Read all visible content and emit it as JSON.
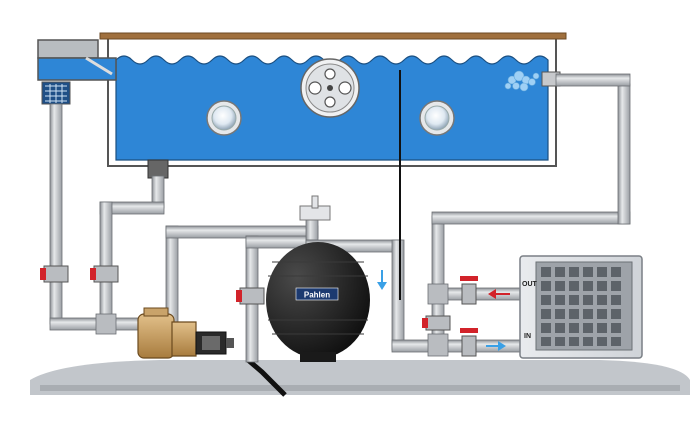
{
  "filter_brand": "Pahlen",
  "heat_pump": {
    "out_label": "OUT",
    "in_label": "IN"
  },
  "colors": {
    "water": "#2e86d6",
    "pipe": "#c7c9cc",
    "valve_handle": "#d2232a",
    "flow_out": "#d2232a",
    "flow_in": "#3aa0e6",
    "deck": "#a0703e",
    "ground": "#bfc3c7"
  }
}
